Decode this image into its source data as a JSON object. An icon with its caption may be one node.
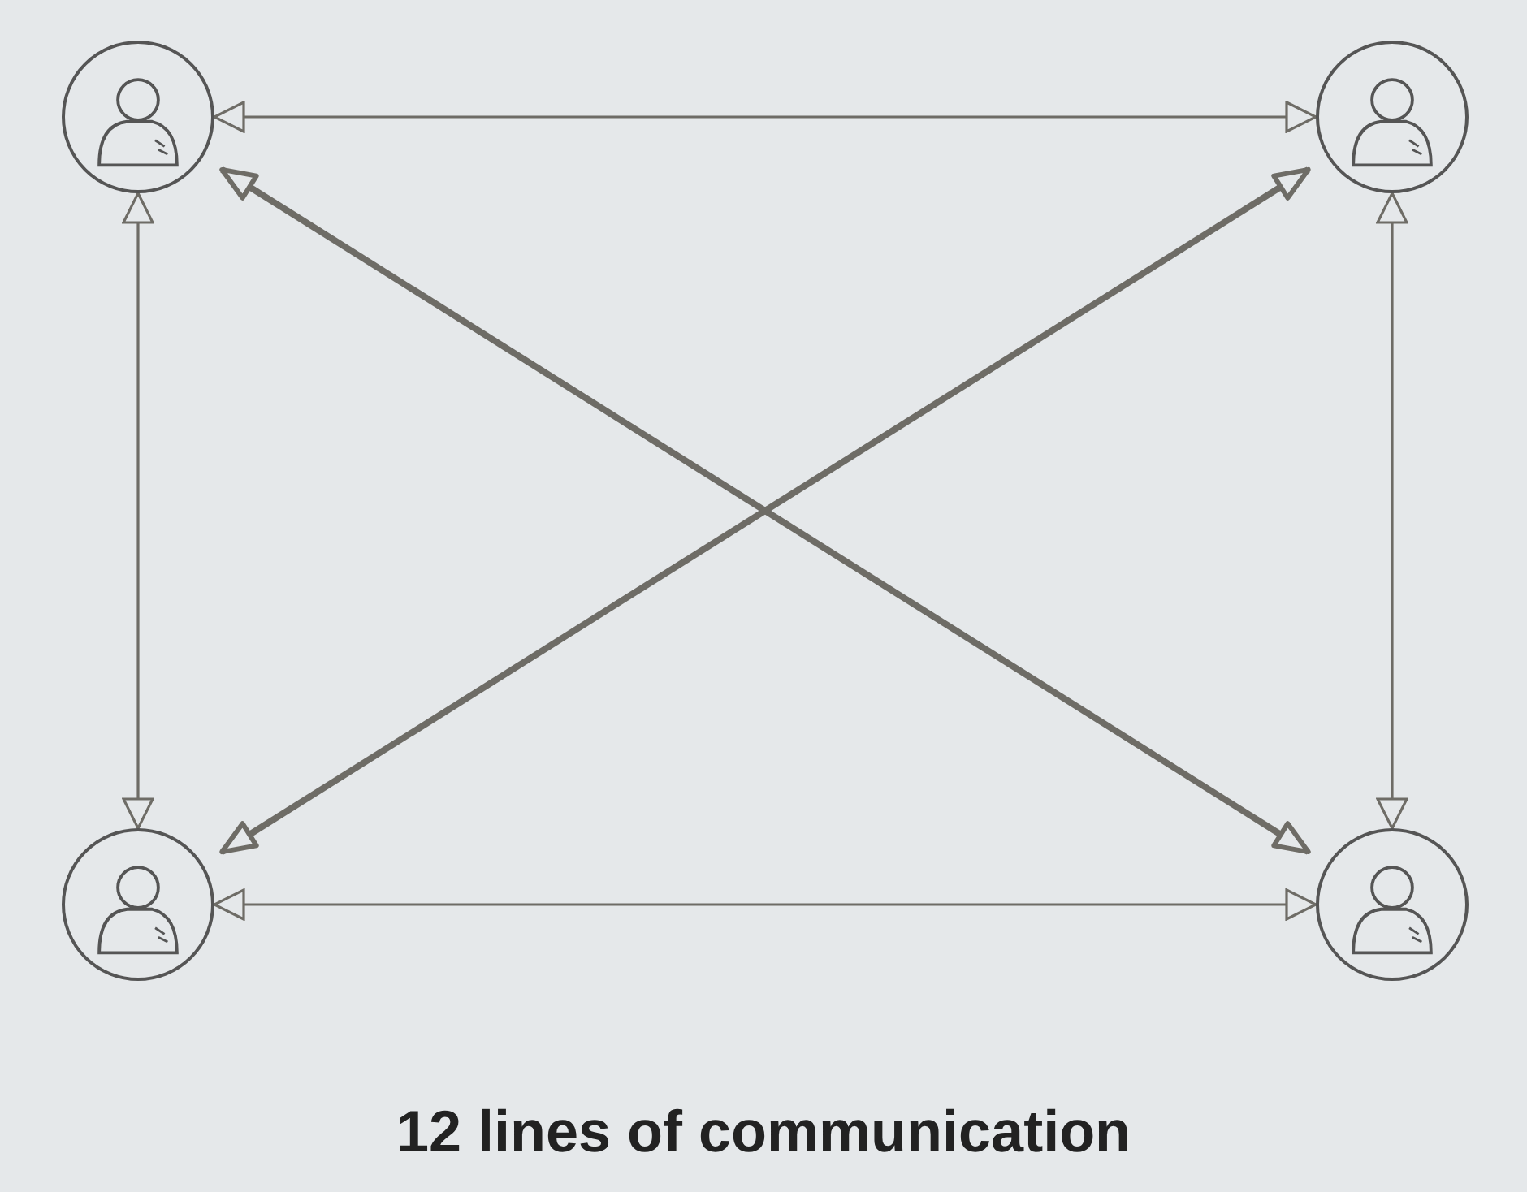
{
  "diagram": {
    "caption": "12 lines of communication",
    "nodes": [
      {
        "text": [],
        "shape": "person"
      },
      {
        "text": [],
        "shape": "person"
      },
      {
        "text": [],
        "shape": "person"
      },
      {
        "text": [],
        "shape": "person"
      }
    ],
    "edges": [
      {
        "from": 0,
        "to": 1,
        "arrow": "both"
      },
      {
        "from": 0,
        "to": 2,
        "arrow": "both"
      },
      {
        "from": 1,
        "to": 3,
        "arrow": "both"
      },
      {
        "from": 2,
        "to": 3,
        "arrow": "both"
      },
      {
        "from": 0,
        "to": 3,
        "arrow": "both",
        "style": "thick"
      },
      {
        "from": 1,
        "to": 2,
        "arrow": "both",
        "style": "thick"
      }
    ]
  }
}
